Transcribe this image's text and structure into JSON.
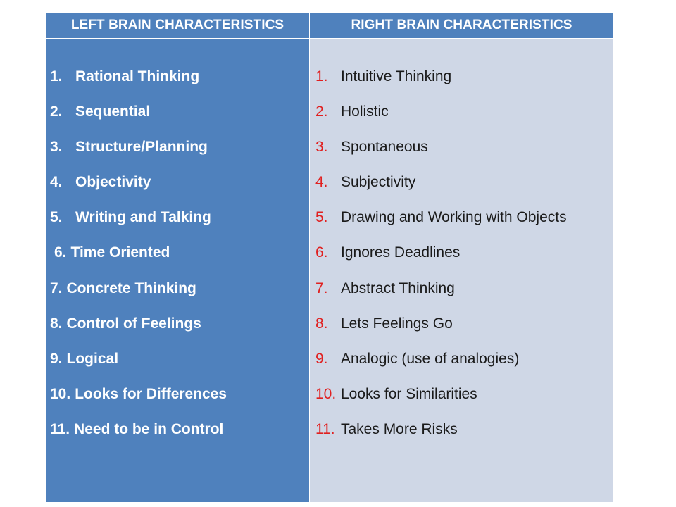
{
  "table": {
    "left_header": "LEFT BRAIN CHARACTERISTICS",
    "right_header": "RIGHT BRAIN CHARACTERISTICS",
    "left_items": [
      {
        "num": "1.",
        "text": "Rational Thinking"
      },
      {
        "num": "2.",
        "text": "Sequential"
      },
      {
        "num": "3.",
        "text": "Structure/Planning"
      },
      {
        "num": "4.",
        "text": "Objectivity"
      },
      {
        "num": "5.",
        "text": "Writing and Talking"
      },
      {
        "num": "6.",
        "text": "Time Oriented"
      },
      {
        "num": "7.",
        "text": "Concrete Thinking"
      },
      {
        "num": "8.",
        "text": "Control of Feelings"
      },
      {
        "num": "9.",
        "text": "Logical"
      },
      {
        "num": "10.",
        "text": "Looks for Differences"
      },
      {
        "num": "11.",
        "text": "Need to be in Control"
      }
    ],
    "right_items": [
      {
        "num": "1.",
        "text": "Intuitive Thinking"
      },
      {
        "num": "2.",
        "text": "Holistic"
      },
      {
        "num": "3.",
        "text": "Spontaneous"
      },
      {
        "num": "4.",
        "text": "Subjectivity"
      },
      {
        "num": "5.",
        "text": "Drawing and Working with Objects"
      },
      {
        "num": "6.",
        "text": "Ignores Deadlines"
      },
      {
        "num": "7.",
        "text": "Abstract Thinking"
      },
      {
        "num": "8.",
        "text": "Lets Feelings Go"
      },
      {
        "num": "9.",
        "text": "Analogic (use of analogies)"
      },
      {
        "num": "10.",
        "text": "Looks for Similarities"
      },
      {
        "num": "11.",
        "text": "Takes More Risks"
      }
    ]
  },
  "colors": {
    "left_fill": "#4f81bd",
    "right_fill": "#cfd7e6",
    "right_number": "#e02020"
  }
}
